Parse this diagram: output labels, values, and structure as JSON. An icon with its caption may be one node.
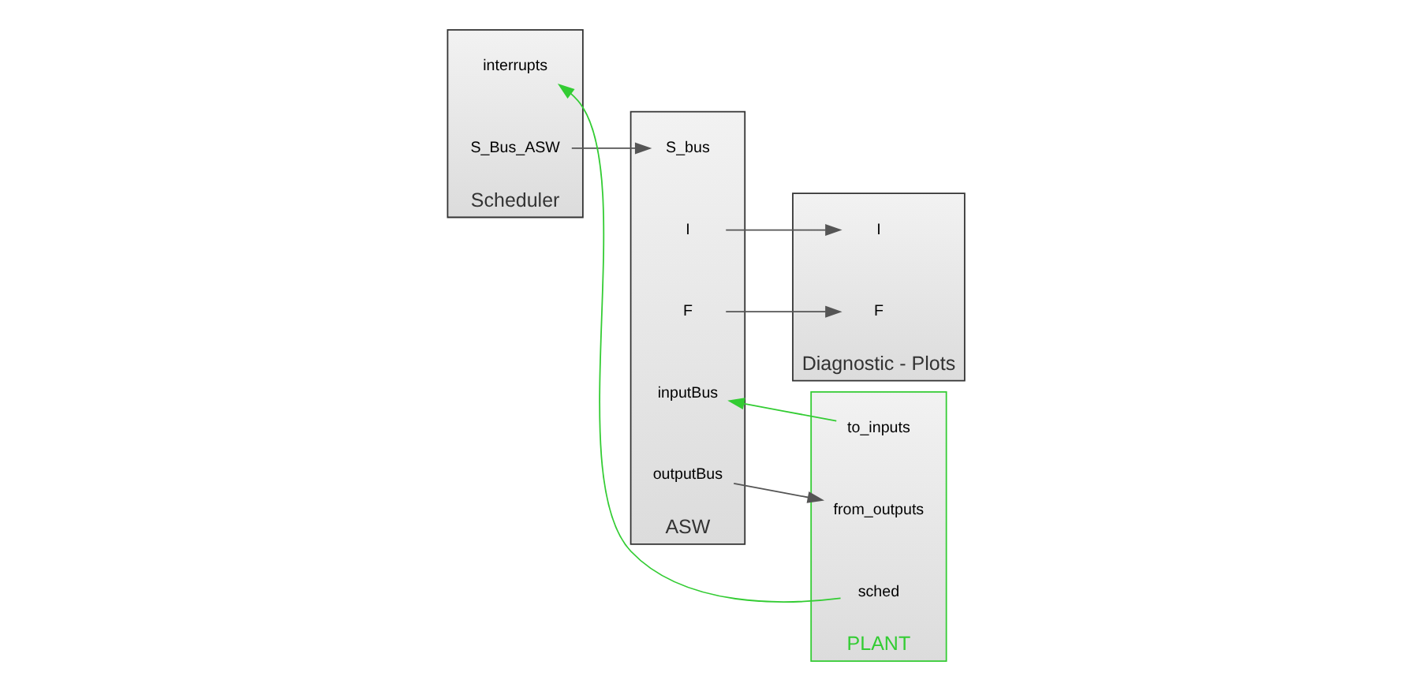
{
  "diagram": {
    "nodes": [
      {
        "text": [
          "Scheduler"
        ]
      },
      {
        "text": [
          "interrupts"
        ],
        "in": 0
      },
      {
        "text": [
          "S_Bus_ASW"
        ],
        "in": 0
      },
      {
        "text": [
          "ASW"
        ]
      },
      {
        "text": [
          "S_bus"
        ],
        "in": 3
      },
      {
        "text": [
          "I"
        ],
        "in": 3
      },
      {
        "text": [
          "F"
        ],
        "in": 3
      },
      {
        "text": [
          "inputBus"
        ],
        "in": 3
      },
      {
        "text": [
          "outputBus"
        ],
        "in": 3
      },
      {
        "text": [
          "Diagnostic - Plots"
        ]
      },
      {
        "text": [
          "I"
        ],
        "in": 9
      },
      {
        "text": [
          "F"
        ],
        "in": 9
      },
      {
        "text": [
          "PLANT"
        ]
      },
      {
        "text": [
          "to_inputs"
        ],
        "in": 12
      },
      {
        "text": [
          "from_outputs"
        ],
        "in": 12
      },
      {
        "text": [
          "sched"
        ],
        "in": 12
      }
    ],
    "edges": [
      {
        "from": 2,
        "to": 4,
        "arrow": "to"
      },
      {
        "from": 5,
        "to": 10,
        "arrow": "to"
      },
      {
        "from": 6,
        "to": 11,
        "arrow": "to"
      },
      {
        "from": 8,
        "to": 14,
        "arrow": "to"
      },
      {
        "from": 13,
        "to": 7,
        "arrow": "to",
        "color": "#33cc33"
      },
      {
        "from": 15,
        "to": 1,
        "arrow": "to",
        "color": "#33cc33"
      }
    ]
  }
}
